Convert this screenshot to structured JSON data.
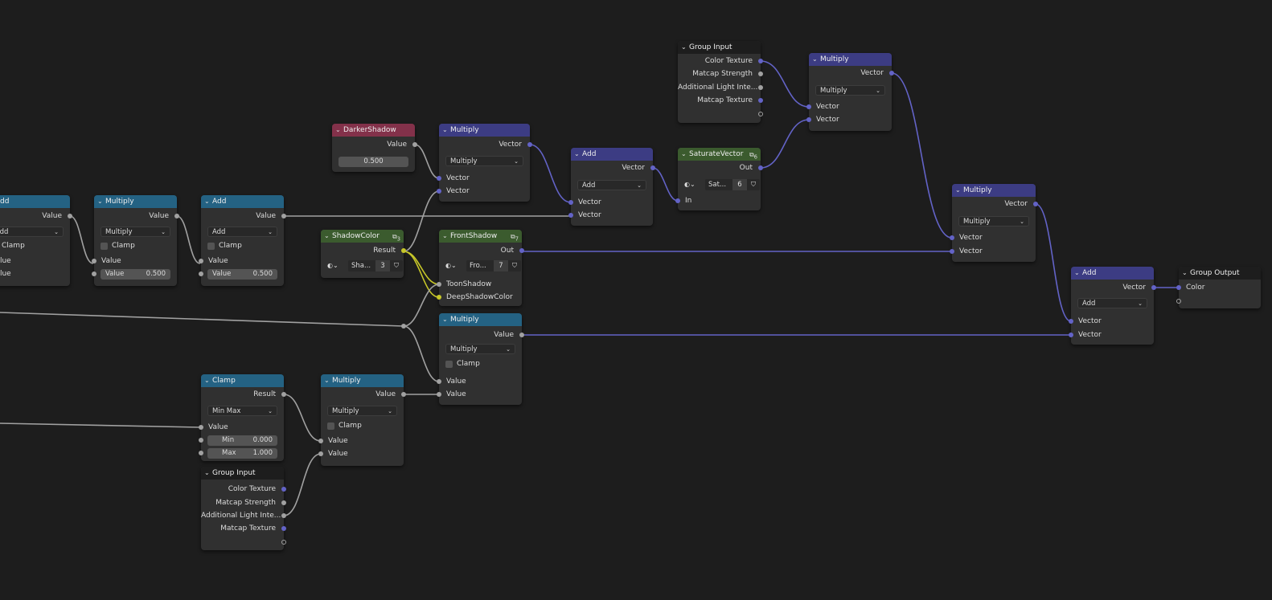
{
  "colors": {
    "background": "#1d1d1d",
    "node_body": "#303030",
    "vector_header": "#3c3c83",
    "converter_header": "#246283",
    "group_header": "#3b5b2e",
    "input_header": "#83314a",
    "socket_gray": "#a1a1a1",
    "socket_blue": "#6363c7",
    "socket_yellow": "#c7c729"
  },
  "icons": {
    "collapse": "chevron-down-icon",
    "dropdown": "dropdown-arrow-icon",
    "node_group": "node-group-icon",
    "shield": "fake-user-shield-icon",
    "checkbox": "checkbox-icon"
  },
  "nodes": {
    "add_left": {
      "title": "Add",
      "out": "Value",
      "op": "Add",
      "clamp": "Clamp",
      "in1": "Value",
      "in2": "Value"
    },
    "mult_a": {
      "title": "Multiply",
      "out": "Value",
      "op": "Multiply",
      "clamp": "Clamp",
      "in1": "Value",
      "in2_label": "Value",
      "in2_value": "0.500"
    },
    "add_a": {
      "title": "Add",
      "out": "Value",
      "op": "Add",
      "clamp": "Clamp",
      "in1": "Value",
      "in2_label": "Value",
      "in2_value": "0.500"
    },
    "darker": {
      "title": "DarkerShadow",
      "out": "Value",
      "value": "0.500"
    },
    "shadowcolor": {
      "title": "ShadowColor",
      "users": "3",
      "out": "Result",
      "name": "Sha...",
      "count": "3"
    },
    "vmult_a": {
      "title": "Multiply",
      "out": "Vector",
      "op": "Multiply",
      "in1": "Vector",
      "in2": "Vector"
    },
    "frontshadow": {
      "title": "FrontShadow",
      "users": "7",
      "out": "Out",
      "name": "Fro...",
      "count": "7",
      "in1": "ToonShadow",
      "in2": "DeepShadowColor"
    },
    "mult_b": {
      "title": "Multiply",
      "out": "Value",
      "op": "Multiply",
      "clamp": "Clamp",
      "in1": "Value",
      "in2": "Value"
    },
    "vadd_a": {
      "title": "Add",
      "out": "Vector",
      "op": "Add",
      "in1": "Vector",
      "in2": "Vector"
    },
    "saturate": {
      "title": "SaturateVector",
      "users": "6",
      "out": "Out",
      "name": "Sat...",
      "count": "6",
      "in1": "In"
    },
    "groupin_top": {
      "title": "Group Input",
      "s1": "Color Texture",
      "s2": "Matcap Strength",
      "s3": "Additional Light Inte...",
      "s4": "Matcap Texture"
    },
    "vmult_b": {
      "title": "Multiply",
      "out": "Vector",
      "op": "Multiply",
      "in1": "Vector",
      "in2": "Vector"
    },
    "vmult_c": {
      "title": "Multiply",
      "out": "Vector",
      "op": "Multiply",
      "in1": "Vector",
      "in2": "Vector"
    },
    "vadd_b": {
      "title": "Add",
      "out": "Vector",
      "op": "Add",
      "in1": "Vector",
      "in2": "Vector"
    },
    "groupout": {
      "title": "Group Output",
      "in1": "Color"
    },
    "clamp": {
      "title": "Clamp",
      "out": "Result",
      "op": "Min Max",
      "in1": "Value",
      "min_label": "Min",
      "min_value": "0.000",
      "max_label": "Max",
      "max_value": "1.000"
    },
    "mult_c": {
      "title": "Multiply",
      "out": "Value",
      "op": "Multiply",
      "clamp": "Clamp",
      "in1": "Value",
      "in2": "Value"
    },
    "groupin_bot": {
      "title": "Group Input",
      "s1": "Color Texture",
      "s2": "Matcap Strength",
      "s3": "Additional Light Inte...",
      "s4": "Matcap Texture"
    }
  }
}
